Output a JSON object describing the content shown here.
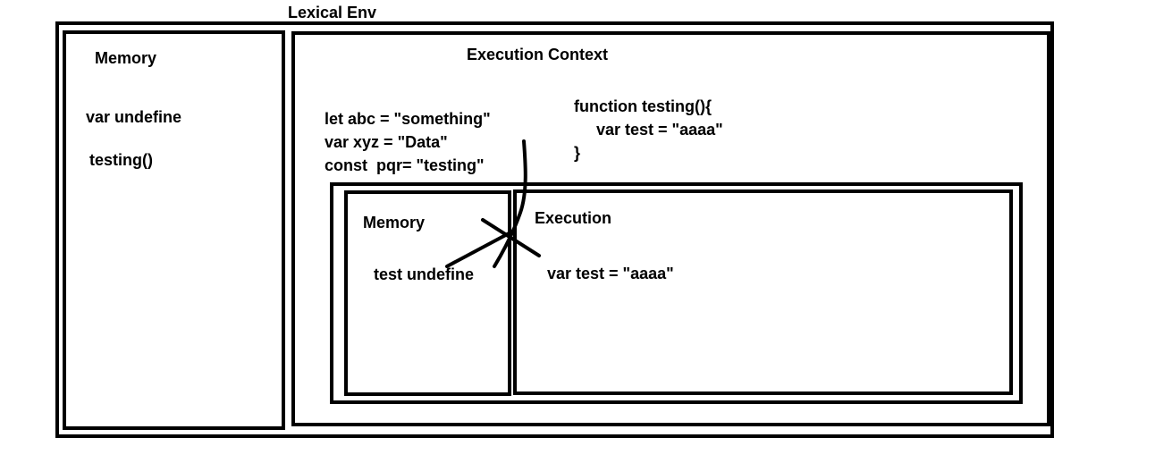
{
  "lexical_env": {
    "title": "Lexical Env"
  },
  "outer_memory": {
    "title": "Memory",
    "items": [
      "var undefine",
      "testing()"
    ]
  },
  "outer_execution_context": {
    "title": "Execution Context",
    "declarations": [
      "let abc = \"something\"",
      "var xyz = \"Data\"",
      "const  pqr= \"testing\""
    ],
    "function_code": [
      "function testing(){",
      "     var test = \"aaaa\"",
      "}"
    ]
  },
  "inner_memory": {
    "title": "Memory",
    "items": [
      "test undefine"
    ]
  },
  "inner_execution": {
    "title": "Execution",
    "items": [
      "var test = \"aaaa\""
    ]
  }
}
